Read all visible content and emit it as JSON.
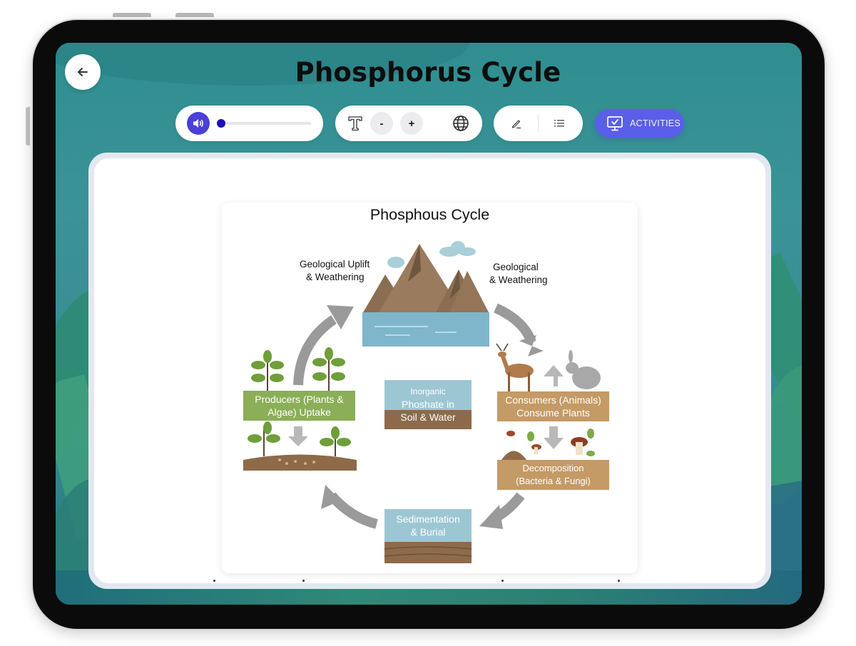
{
  "header": {
    "title": "Phosphorus Cycle",
    "back_icon": "arrow-left-icon"
  },
  "toolbar": {
    "audio": {
      "play_icon": "speaker-icon",
      "progress_percent": 0
    },
    "text_tools": {
      "font_icon": "text-size-icon",
      "decrease_label": "-",
      "increase_label": "+",
      "language_icon": "globe-icon"
    },
    "annotation": {
      "pen_icon": "pencil-icon",
      "list_icon": "list-icon"
    },
    "activities": {
      "label": "ACTIVITIES",
      "icon": "monitor-check-icon"
    }
  },
  "colors": {
    "background_teal": "#3b9397",
    "accent_purple": "#5b5ee8",
    "audio_button": "#4b3fd8",
    "slider_thumb": "#1d0fb8",
    "device_frame": "#0b0b0b"
  },
  "figure": {
    "title": "Phosphous Cycle",
    "labels": {
      "uplift_left_line1": "Geological Uplift",
      "uplift_left_line2": "& Weathering",
      "uplift_right_line1": "Geological",
      "uplift_right_line2": "& Weathering"
    },
    "boxes": {
      "producers_line1": "Producers (Plants &",
      "producers_line2": "Algae) Uptake",
      "inorganic_line1": "Inorganic",
      "inorganic_line2": "Phoshate in",
      "inorganic_line3": "Soil & Water",
      "consumers_line1": "Consumers (Animals)",
      "consumers_line2": "Consume Plants",
      "decomposition_line1": "Decomposition",
      "decomposition_line2": "(Bacteria & Fungi)",
      "sedimentation_line1": "Sedimentation",
      "sedimentation_line2": "& Burial"
    }
  }
}
